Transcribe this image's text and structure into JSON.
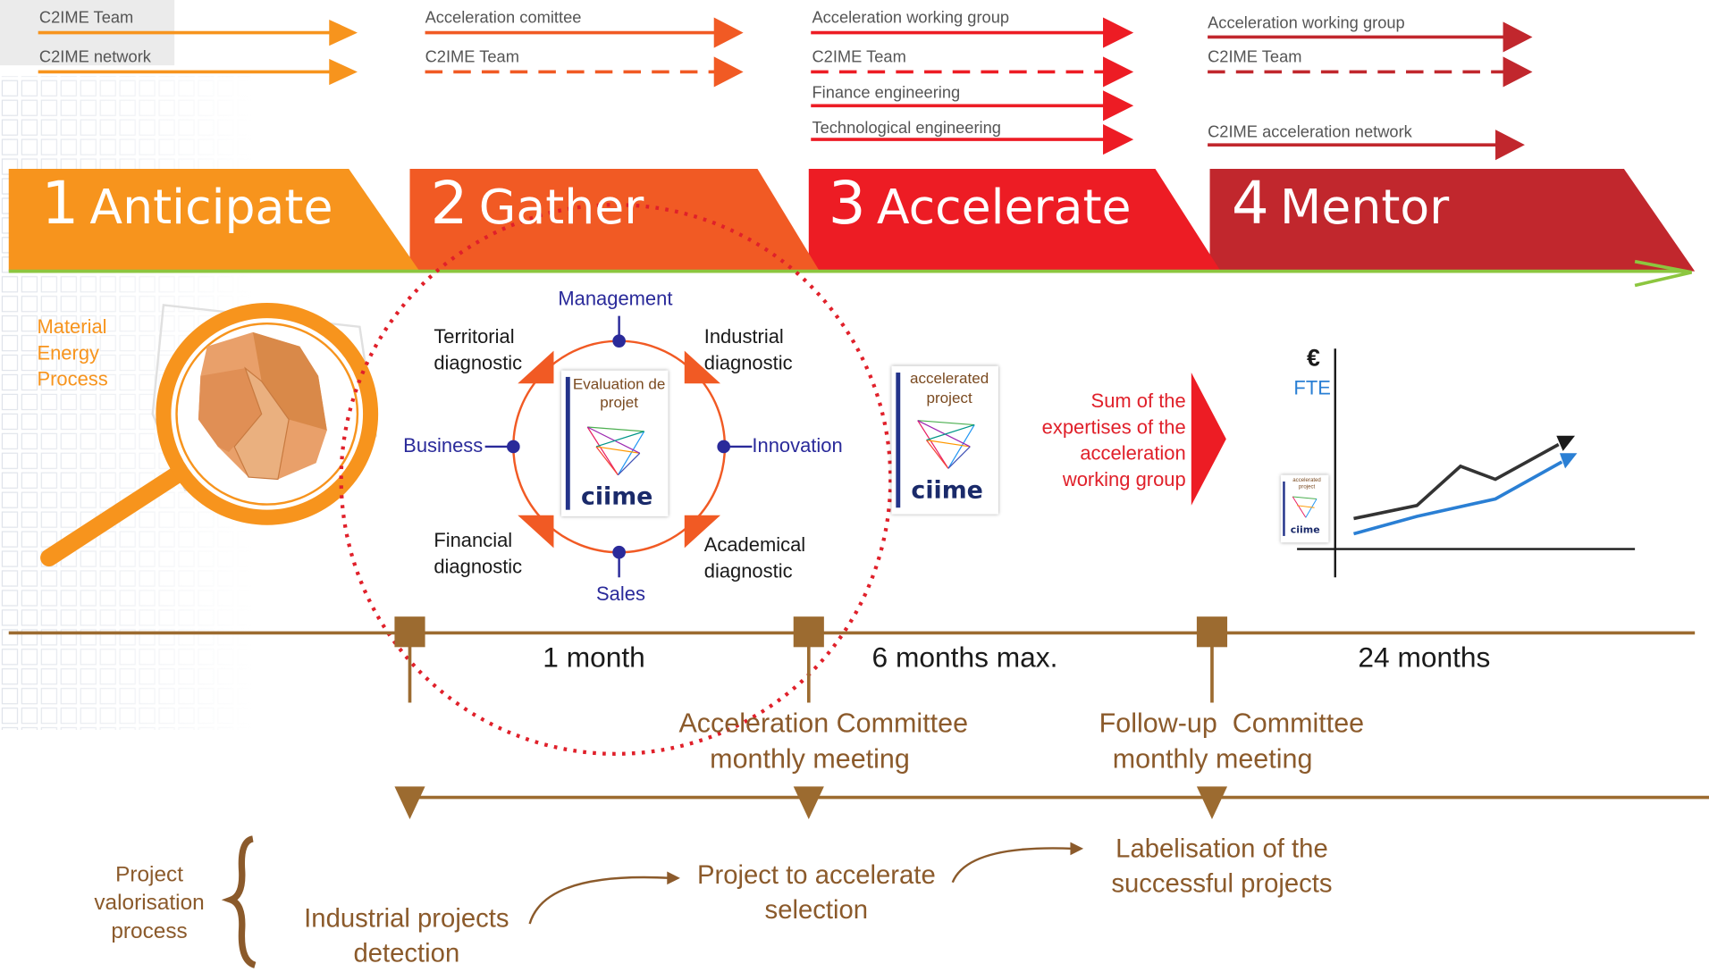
{
  "lanes": {
    "anticipate": [
      "C2IME Team",
      "C2IME network"
    ],
    "gather": [
      "Acceleration comittee",
      "C2IME Team"
    ],
    "accelerate": [
      "Acceleration working group",
      "C2IME Team",
      "Finance engineering",
      "Technological engineering"
    ],
    "mentor": [
      "Acceleration working group",
      "C2IME Team",
      "C2IME acceleration network"
    ]
  },
  "phases": [
    {
      "num": "1",
      "label": "Anticipate",
      "color": "#f7941d"
    },
    {
      "num": "2",
      "label": "Gather",
      "color": "#f15a24"
    },
    {
      "num": "3",
      "label": "Accelerate",
      "color": "#ed1c24"
    },
    {
      "num": "4",
      "label": "Mentor",
      "color": "#c1272d"
    }
  ],
  "anticipate_items": [
    "Material",
    "Energy",
    "Process"
  ],
  "diagnostic": {
    "top": "Management",
    "bottom": "Sales",
    "left": "Business",
    "right": "Innovation",
    "top_left": "Territorial diagnostic",
    "top_right": "Industrial diagnostic",
    "bottom_left": "Financial diagnostic",
    "bottom_right": "Academical diagnostic",
    "card_title": "Evaluation de projet",
    "card_logo": "ciime"
  },
  "accelerated_card": {
    "title": "accelerated project",
    "logo": "ciime"
  },
  "expertise_text": "Sum of the expertises of the acceleration working group",
  "mentor_chart": {
    "y_symbol": "€",
    "y_label": "FTE",
    "card_title": "accelerated project",
    "card_logo": "ciime"
  },
  "durations": [
    "1 month",
    "6 months max.",
    "24 months"
  ],
  "meetings": [
    {
      "title": "Acceleration Committee",
      "sub": "monthly meeting"
    },
    {
      "title": "Follow-up  Committee",
      "sub": "monthly meeting"
    }
  ],
  "process": {
    "label": "Project valorisation process",
    "steps": [
      "Industrial projects detection",
      "Project to accelerate selection",
      "Labelisation of the successful projects"
    ]
  },
  "colors": {
    "orange": "#f7941d",
    "red": "#ed1c24",
    "dark_red": "#c1272d",
    "brown": "#9c6b30",
    "green": "#8cc63f",
    "blue": "#2a2a9a"
  }
}
